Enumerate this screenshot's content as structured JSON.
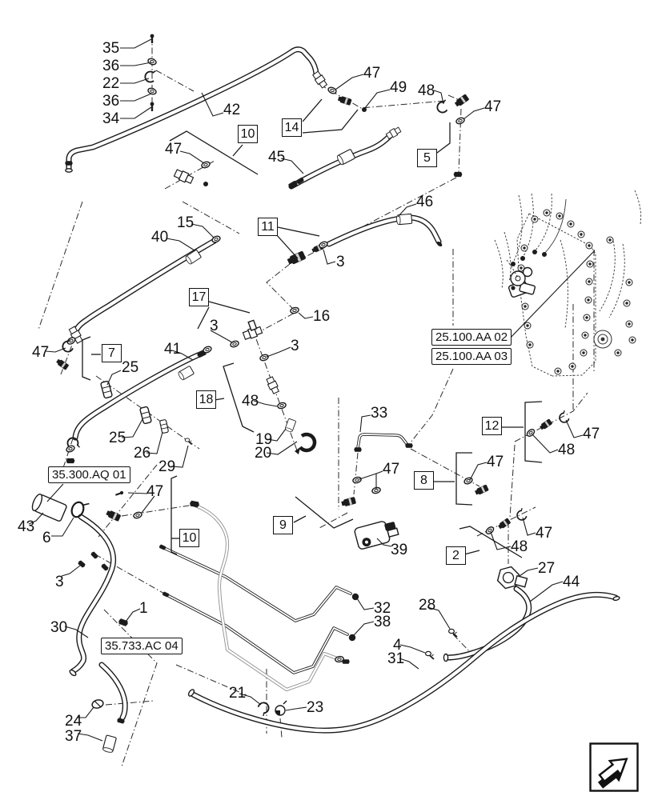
{
  "page": {
    "background": "#ffffff",
    "ink": "#1a1a1a",
    "accent": "#000000"
  },
  "callouts": [
    {
      "label": "35"
    },
    {
      "label": "36"
    },
    {
      "label": "22"
    },
    {
      "label": "36"
    },
    {
      "label": "34"
    },
    {
      "label": "42"
    },
    {
      "label": "47"
    },
    {
      "label": "49"
    },
    {
      "label": "48"
    },
    {
      "label": "47"
    },
    {
      "label": "45"
    },
    {
      "label": "47"
    },
    {
      "label": "15"
    },
    {
      "label": "40"
    },
    {
      "label": "46"
    },
    {
      "label": "3"
    },
    {
      "label": "16"
    },
    {
      "label": "3"
    },
    {
      "label": "3"
    },
    {
      "label": "41"
    },
    {
      "label": "47"
    },
    {
      "label": "25"
    },
    {
      "label": "25"
    },
    {
      "label": "26"
    },
    {
      "label": "29"
    },
    {
      "label": "48"
    },
    {
      "label": "19"
    },
    {
      "label": "20"
    },
    {
      "label": "33"
    },
    {
      "label": "47"
    },
    {
      "label": "39"
    },
    {
      "label": "47"
    },
    {
      "label": "48"
    },
    {
      "label": "47"
    },
    {
      "label": "47"
    },
    {
      "label": "48"
    },
    {
      "label": "27"
    },
    {
      "label": "44"
    },
    {
      "label": "43"
    },
    {
      "label": "6"
    },
    {
      "label": "3"
    },
    {
      "label": "30"
    },
    {
      "label": "1"
    },
    {
      "label": "47"
    },
    {
      "label": "32"
    },
    {
      "label": "38"
    },
    {
      "label": "28"
    },
    {
      "label": "4"
    },
    {
      "label": "31"
    },
    {
      "label": "21"
    },
    {
      "label": "23"
    },
    {
      "label": "24"
    },
    {
      "label": "37"
    }
  ],
  "badges": [
    {
      "label": "10"
    },
    {
      "label": "14"
    },
    {
      "label": "5"
    },
    {
      "label": "11"
    },
    {
      "label": "17"
    },
    {
      "label": "7"
    },
    {
      "label": "18"
    },
    {
      "label": "12"
    },
    {
      "label": "8"
    },
    {
      "label": "9"
    },
    {
      "label": "10"
    },
    {
      "label": "2"
    }
  ],
  "ref_boxes": [
    {
      "label": "25.100.AA 02"
    },
    {
      "label": "25.100.AA 03"
    },
    {
      "label": "35.300.AQ 01"
    },
    {
      "label": "35.733.AC 04"
    }
  ],
  "footer": {
    "nav_icon": "arrow-3d-north-east"
  }
}
